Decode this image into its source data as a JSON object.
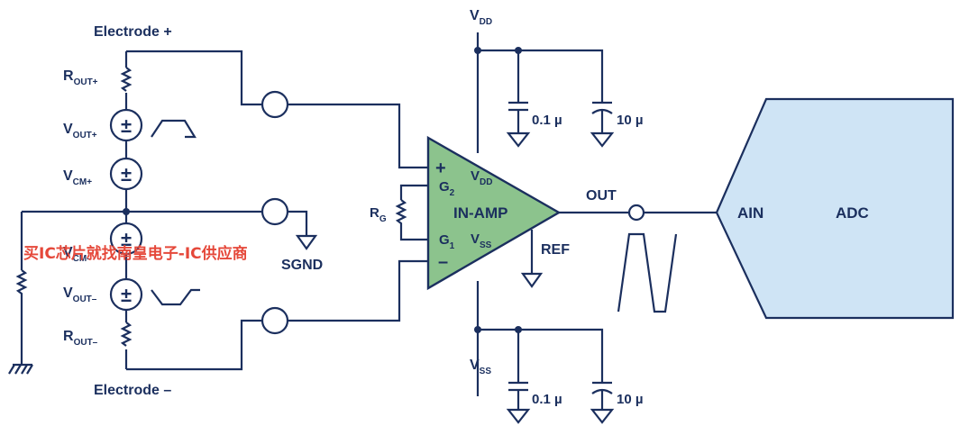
{
  "labels": {
    "electrode_plus": "Electrode +",
    "electrode_minus": "Electrode –",
    "r_out_plus": [
      "R",
      "OUT+"
    ],
    "v_out_plus": [
      "V",
      "OUT+"
    ],
    "v_cm_plus": [
      "V",
      "CM+"
    ],
    "v_cm_minus": [
      "V",
      "CM–"
    ],
    "v_out_minus": [
      "V",
      "OUT–"
    ],
    "r_out_minus": [
      "R",
      "OUT–"
    ],
    "sgnd": "SGND",
    "rg": [
      "R",
      "G"
    ],
    "g2": [
      "G",
      "2"
    ],
    "g1": [
      "G",
      "1"
    ],
    "vdd_top": [
      "V",
      "DD"
    ],
    "vss_bottom": [
      "V",
      "SS"
    ],
    "amp_vdd": [
      "V",
      "DD"
    ],
    "amp_vss": [
      "V",
      "SS"
    ],
    "amp_name": "IN-AMP",
    "amp_plus": "+",
    "amp_minus": "–",
    "ref": "REF",
    "out": "OUT",
    "cap_top_small": "0.1 µ",
    "cap_top_large": "10 µ",
    "cap_bot_small": "0.1 µ",
    "cap_bot_large": "10 µ",
    "ain": "AIN",
    "adc": "ADC",
    "src_plus_sym": "±",
    "src_minus_sym": "±",
    "watermark": "买IC芯片就找南皇电子-IC供应商"
  },
  "colors": {
    "line": "#1b2f5e",
    "amp_fill": "#8cc38d",
    "adc_fill": "#cfe4f5",
    "watermark": "#e5483a"
  }
}
